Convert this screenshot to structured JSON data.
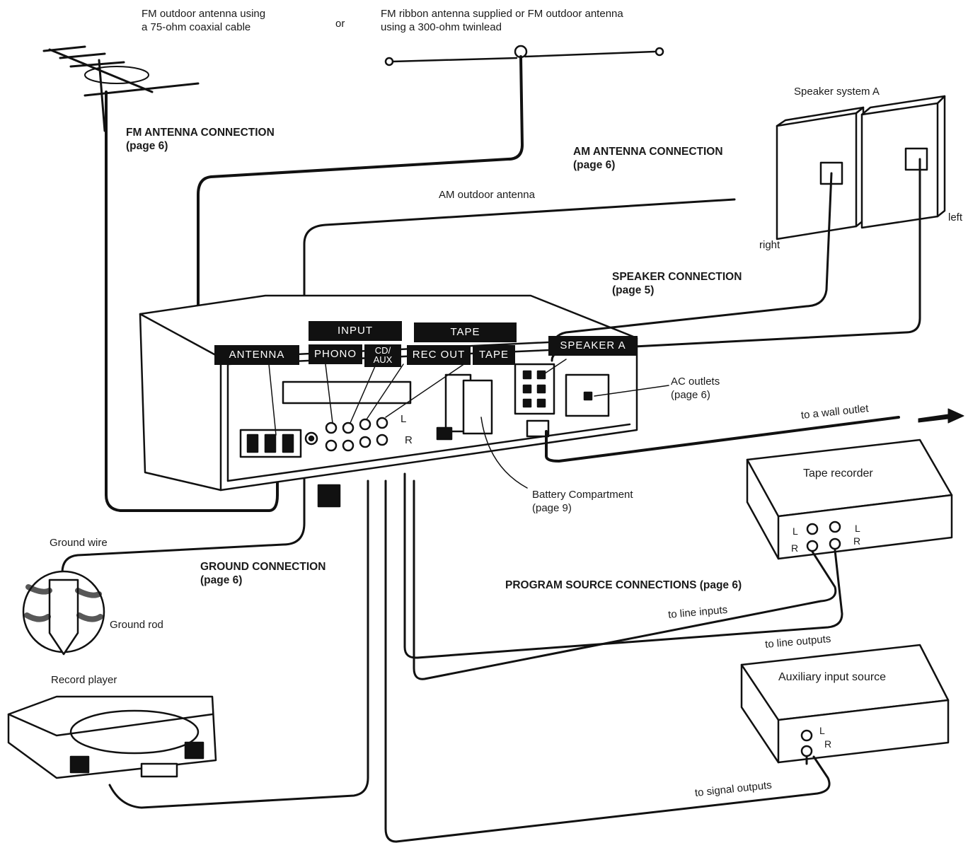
{
  "fm_outdoor_antenna": [
    "FM outdoor antenna using",
    "a 75-ohm coaxial cable"
  ],
  "or_word": "or",
  "fm_ribbon_antenna": [
    "FM ribbon antenna supplied or FM outdoor antenna",
    "using a 300-ohm twinlead"
  ],
  "fm_antenna_connection": {
    "title": "FM ANTENNA CONNECTION",
    "page": "(page 6)"
  },
  "am_antenna_connection": {
    "title": "AM ANTENNA CONNECTION",
    "page": "(page 6)"
  },
  "am_outdoor_antenna": "AM outdoor antenna",
  "speaker_system_a": "Speaker system A",
  "speaker_right": "right",
  "speaker_left": "left",
  "speaker_connection": {
    "title": "SPEAKER CONNECTION",
    "page": "(page 5)"
  },
  "panels": {
    "input": "INPUT",
    "tape": "TAPE",
    "antenna": "ANTENNA",
    "phono": "PHONO",
    "cd_aux_1": "CD/",
    "cd_aux_2": "AUX",
    "rec_out": "REC OUT",
    "tape_in": "TAPE",
    "speaker_a": "SPEAKER A"
  },
  "jack_l": "L",
  "jack_r": "R",
  "ac_outlets": {
    "title": "AC outlets",
    "page": "(page 6)"
  },
  "to_wall_outlet": "to a wall outlet",
  "battery_compartment": {
    "title": "Battery Compartment",
    "page": "(page 9)"
  },
  "tape_recorder": "Tape recorder",
  "ground_wire": "Ground wire",
  "ground_rod": "Ground rod",
  "ground_connection": {
    "title": "GROUND CONNECTION",
    "page": "(page 6)"
  },
  "program_source_connections": "PROGRAM SOURCE CONNECTIONS (page 6)",
  "to_line_inputs": "to line inputs",
  "to_line_outputs": "to line outputs",
  "auxiliary_input_source": "Auxiliary input source",
  "record_player": "Record player",
  "to_signal_outputs": "to signal outputs"
}
